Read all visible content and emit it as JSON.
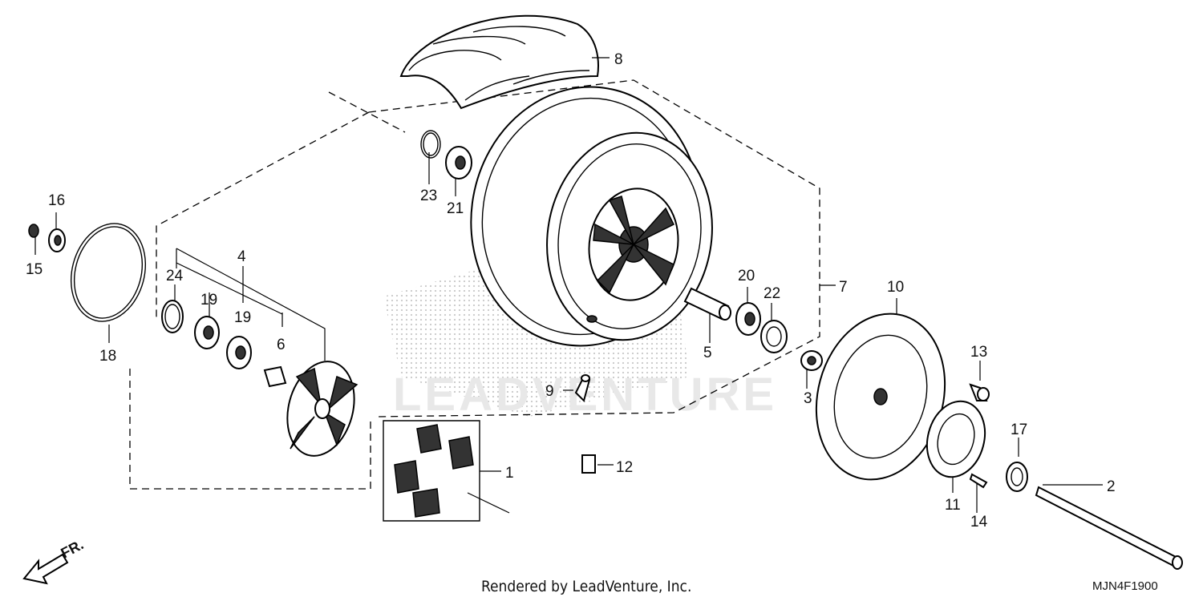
{
  "callouts": [
    {
      "id": "1",
      "label": "1"
    },
    {
      "id": "2",
      "label": "2"
    },
    {
      "id": "3",
      "label": "3"
    },
    {
      "id": "4",
      "label": "4"
    },
    {
      "id": "5",
      "label": "5"
    },
    {
      "id": "6",
      "label": "6"
    },
    {
      "id": "7",
      "label": "7"
    },
    {
      "id": "8",
      "label": "8"
    },
    {
      "id": "9",
      "label": "9"
    },
    {
      "id": "10",
      "label": "10"
    },
    {
      "id": "11",
      "label": "11"
    },
    {
      "id": "12",
      "label": "12"
    },
    {
      "id": "13",
      "label": "13"
    },
    {
      "id": "14",
      "label": "14"
    },
    {
      "id": "15",
      "label": "15"
    },
    {
      "id": "16",
      "label": "16"
    },
    {
      "id": "17",
      "label": "17"
    },
    {
      "id": "18",
      "label": "18"
    },
    {
      "id": "19a",
      "label": "19"
    },
    {
      "id": "19b",
      "label": "19"
    },
    {
      "id": "20",
      "label": "20"
    },
    {
      "id": "21",
      "label": "21"
    },
    {
      "id": "22",
      "label": "22"
    },
    {
      "id": "23",
      "label": "23"
    },
    {
      "id": "24",
      "label": "24"
    }
  ],
  "direction_label": "FR.",
  "footer_text": "Rendered by LeadVenture, Inc.",
  "diagram_code": "MJN4F1900",
  "watermark_text": "LEADVENTURE"
}
